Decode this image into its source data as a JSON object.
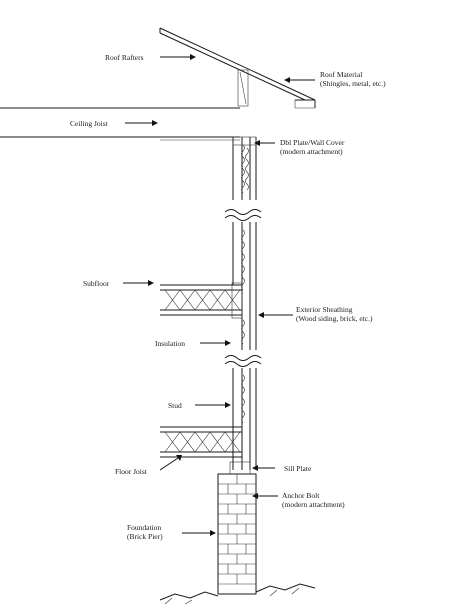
{
  "labels": {
    "roof_rafters": "Roof Rafters",
    "roof_material_1": "Roof Material",
    "roof_material_2": "(Shingles, metal, etc.)",
    "ceiling_joist": "Ceiling Joist",
    "top_plate_1": "Dbl Plate/Wall Cover",
    "top_plate_2": "(modern attachment)",
    "subfloor": "Subfloor",
    "exterior_1": "Exterior Sheathing",
    "exterior_2": "(Wood siding, brick, etc.)",
    "insulation": "Insulation",
    "stud": "Stud",
    "sill_plate": "Sill Plate",
    "floor_joist": "Floor Joist",
    "anchor_1": "Anchor Bolt",
    "anchor_2": "(modern attachment)",
    "foundation_1": "Foundation",
    "foundation_2": "(Brick Pier)"
  }
}
